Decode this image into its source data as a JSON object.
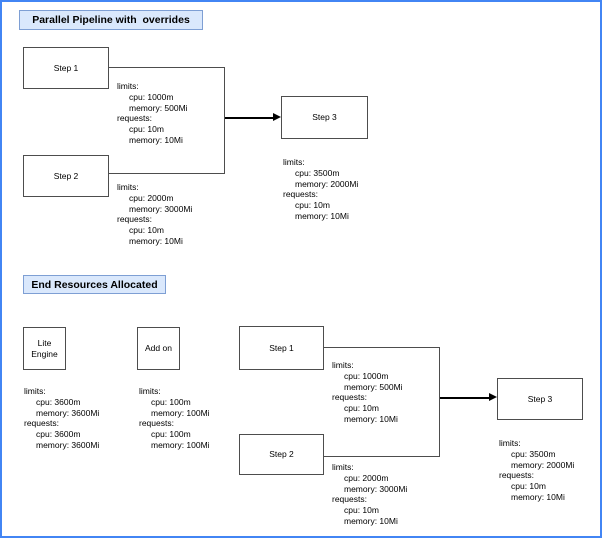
{
  "colors": {
    "frame_border": "#4285f4",
    "title_fill": "#dae8fc",
    "title_border": "#7e9fd4",
    "node_border": "#4d4d4d",
    "connector": "#4d4d4d",
    "arrow": "#000000"
  },
  "sections": [
    {
      "title": "Parallel Pipeline with  overrides",
      "nodes": [
        {
          "label": "Step 1"
        },
        {
          "label": "Step 2"
        },
        {
          "label": "Step 3"
        }
      ],
      "blocks": [
        {
          "lines": [
            "limits:",
            "cpu: 1000m",
            "memory: 500Mi",
            "requests:",
            "cpu: 10m",
            "memory: 10Mi"
          ]
        },
        {
          "lines": [
            "limits:",
            "cpu: 2000m",
            "memory: 3000Mi",
            "requests:",
            "cpu: 10m",
            "memory: 10Mi"
          ]
        },
        {
          "lines": [
            "limits:",
            "cpu: 3500m",
            "memory: 2000Mi",
            "requests:",
            "cpu: 10m",
            "memory: 10Mi"
          ]
        }
      ]
    },
    {
      "title": "End Resources Allocated",
      "nodes": [
        {
          "label": "Lite Engine"
        },
        {
          "label": "Add on"
        },
        {
          "label": "Step 1"
        },
        {
          "label": "Step 2"
        },
        {
          "label": "Step 3"
        }
      ],
      "blocks": [
        {
          "lines": [
            "limits:",
            "cpu: 3600m",
            "memory: 3600Mi",
            "requests:",
            "cpu: 3600m",
            "memory: 3600Mi"
          ]
        },
        {
          "lines": [
            "limits:",
            "cpu: 100m",
            "memory: 100Mi",
            "requests:",
            "cpu: 100m",
            "memory: 100Mi"
          ]
        },
        {
          "lines": [
            "limits:",
            "cpu: 1000m",
            "memory: 500Mi",
            "requests:",
            "cpu: 10m",
            "memory: 10Mi"
          ]
        },
        {
          "lines": [
            "limits:",
            "cpu: 2000m",
            "memory: 3000Mi",
            "requests:",
            "cpu: 10m",
            "memory: 10Mi"
          ]
        },
        {
          "lines": [
            "limits:",
            "cpu: 3500m",
            "memory: 2000Mi",
            "requests:",
            "cpu: 10m",
            "memory: 10Mi"
          ]
        }
      ]
    }
  ]
}
